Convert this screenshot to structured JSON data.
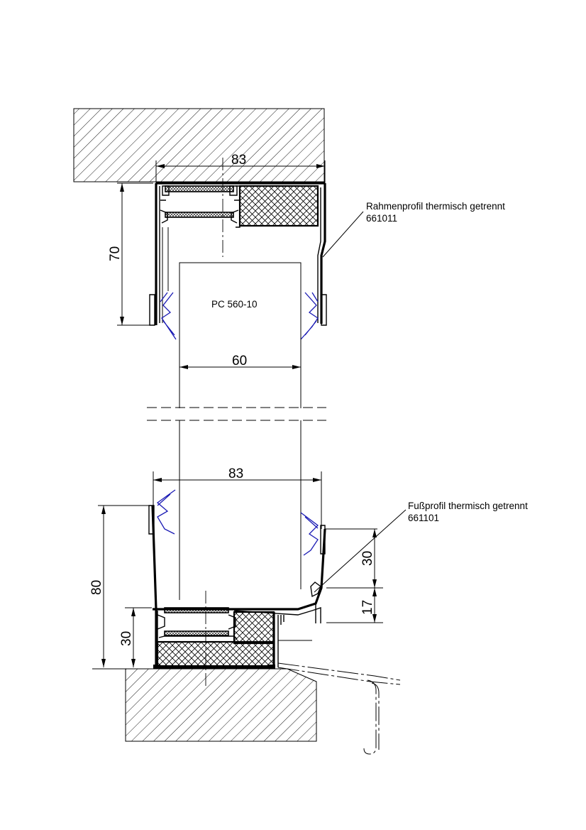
{
  "dimensions": {
    "top_width": "83",
    "top_height": "70",
    "panel_width": "60",
    "bottom_width": "83",
    "bottom_height": "80",
    "bottom_base": "30",
    "right_upper": "30",
    "right_lower": "17"
  },
  "labels": {
    "panel": "PC 560-10",
    "frame_profile_name": "Rahmenprofil thermisch getrennt",
    "frame_profile_number": "661011",
    "foot_profile_name": "Fußprofil thermisch getrennt",
    "foot_profile_number": "661101"
  }
}
